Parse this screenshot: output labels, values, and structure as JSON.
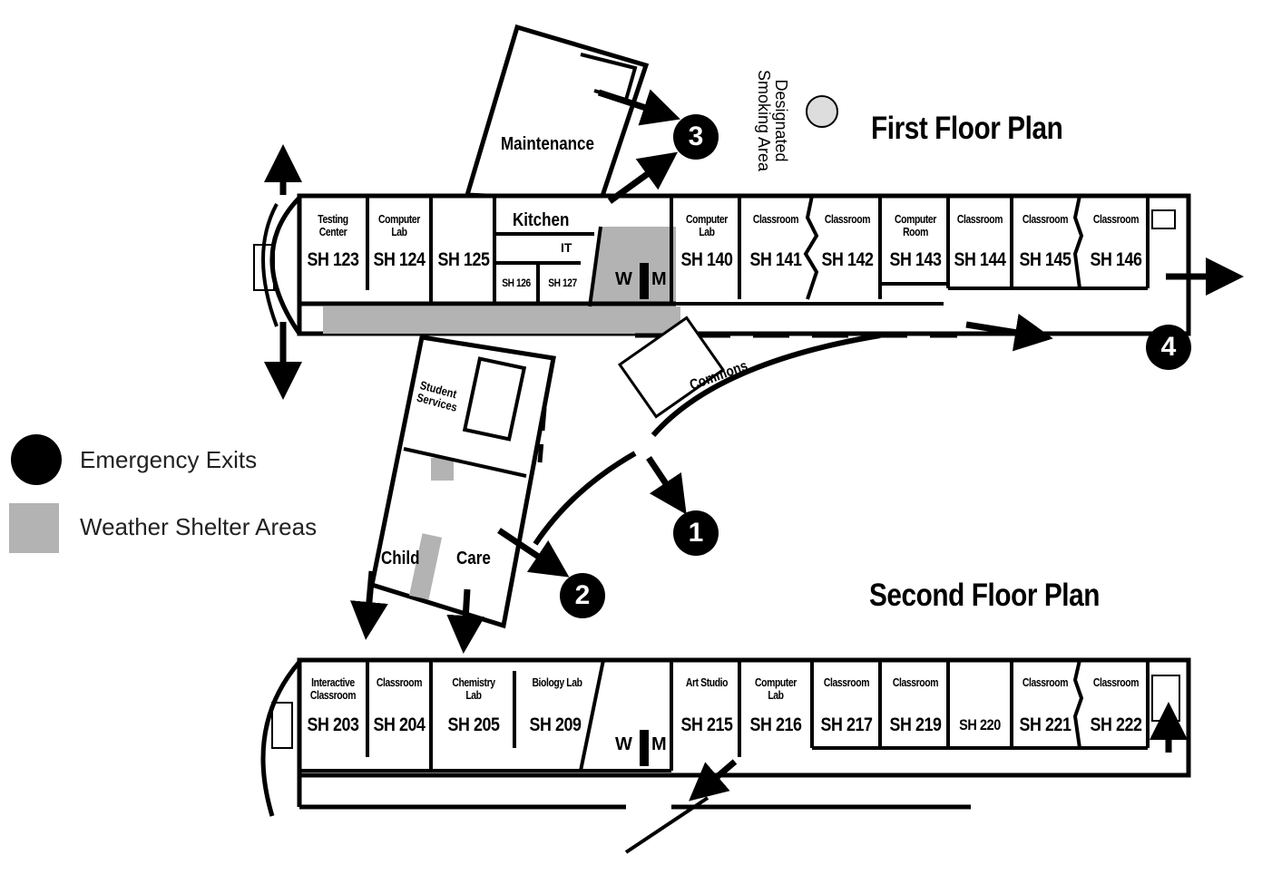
{
  "titles": {
    "first_floor": "First Floor Plan",
    "second_floor": "Second Floor Plan"
  },
  "legend": {
    "emergency_exits": "Emergency Exits",
    "weather_shelter": "Weather Shelter Areas",
    "colors": {
      "exit": "#000000",
      "shelter": "#b3b3b3"
    }
  },
  "smoking_area": "Designated Smoking Area",
  "exits": [
    "1",
    "2",
    "3",
    "4"
  ],
  "first_floor": {
    "areas": {
      "maintenance": "Maintenance",
      "kitchen": "Kitchen",
      "it": "IT",
      "commons": "Commons",
      "student_services": "Student Services",
      "child": "Child",
      "care": "Care",
      "w": "W",
      "m": "M"
    },
    "rooms": [
      {
        "label": "Testing Center",
        "number": "SH 123"
      },
      {
        "label": "Computer Lab",
        "number": "SH 124"
      },
      {
        "label": "",
        "number": "SH 125"
      },
      {
        "label": "",
        "number": "SH 126"
      },
      {
        "label": "",
        "number": "SH 127"
      },
      {
        "label": "Computer Lab",
        "number": "SH 140"
      },
      {
        "label": "Classroom",
        "number": "SH 141"
      },
      {
        "label": "Classroom",
        "number": "SH 142"
      },
      {
        "label": "Computer Room",
        "number": "SH 143"
      },
      {
        "label": "Classroom",
        "number": "SH 144"
      },
      {
        "label": "Classroom",
        "number": "SH 145"
      },
      {
        "label": "Classroom",
        "number": "SH 146"
      }
    ]
  },
  "second_floor": {
    "areas": {
      "w": "W",
      "m": "M"
    },
    "rooms": [
      {
        "label": "Interactive Classroom",
        "number": "SH 203"
      },
      {
        "label": "Classroom",
        "number": "SH 204"
      },
      {
        "label": "Chemistry Lab",
        "number": "SH 205"
      },
      {
        "label": "Biology Lab",
        "number": "SH 209"
      },
      {
        "label": "Art Studio",
        "number": "SH 215"
      },
      {
        "label": "Computer Lab",
        "number": "SH 216"
      },
      {
        "label": "Classroom",
        "number": "SH 217"
      },
      {
        "label": "Classroom",
        "number": "SH 219"
      },
      {
        "label": "",
        "number": "SH 220"
      },
      {
        "label": "Classroom",
        "number": "SH 221"
      },
      {
        "label": "Classroom",
        "number": "SH 222"
      }
    ]
  }
}
